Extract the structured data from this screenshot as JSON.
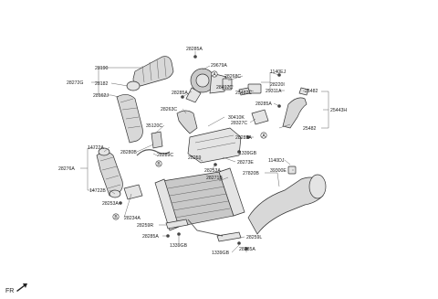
{
  "labels": {
    "p28285A_top": "28285A",
    "p29679A": "29679A",
    "p28190": "28190",
    "p28272G": "28272G",
    "p28182": "28182",
    "p28162J": "28162J",
    "p28285A_mid": "28285A",
    "p28268C": "28268C",
    "p1140EJ": "1140EJ",
    "p28220I": "28220I",
    "p28492C": "28492C",
    "p25482C": "25482C",
    "p29311A": "29311A",
    "p25482_r": "25482",
    "p28285A_r": "28285A",
    "p25443H": "25443H",
    "p28263C": "28263C",
    "p30410K": "30410K",
    "p35120C": "35120C",
    "p28327C": "28327C",
    "p25482_b": "25482",
    "p28285A_c": "28285A",
    "p14722A": "14722A",
    "p28280B": "28280B",
    "p28289C": "28289C",
    "p1339GB_a": "1339GB",
    "p28273E": "28273E",
    "p28276A": "28276A",
    "p28259_c": "28259",
    "p1140DJ": "1140DJ",
    "p28253A_c": "28253A",
    "p39300E": "39300E",
    "p28271B": "28271B",
    "p27820B": "27820B",
    "p14722B": "14722B",
    "p28253A_l": "28253A",
    "p28234A": "28234A",
    "p28259R": "28259R",
    "p28285A_b": "28285A",
    "p28259L": "28259L",
    "p1339GB_b": "1339GB",
    "p1339GB_c": "1339GB",
    "p28285A_br": "28285A"
  },
  "markers": {
    "a1": "A",
    "a2": "A",
    "b1": "B",
    "b2": "B"
  },
  "fr": "FR"
}
